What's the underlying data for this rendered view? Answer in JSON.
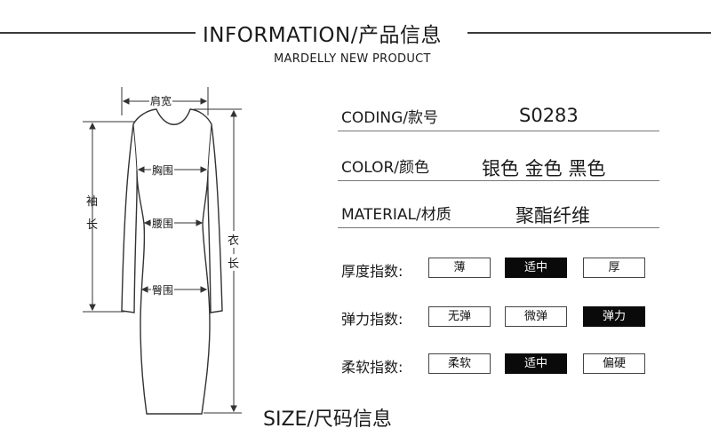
{
  "header": {
    "title": "INFORMATION/产品信息",
    "subtitle": "MARDELLY NEW PRODUCT"
  },
  "specs": [
    {
      "label": "CODING/款号",
      "value": "S0283"
    },
    {
      "label": "COLOR/颜色",
      "value": "银色 金色 黑色"
    },
    {
      "label": "MATERIAL/材质",
      "value": "聚酯纤维"
    }
  ],
  "indices": [
    {
      "label": "厚度指数:",
      "options": [
        "薄",
        "适中",
        "厚"
      ],
      "selected": "适中"
    },
    {
      "label": "弹力指数:",
      "options": [
        "无弹",
        "微弹",
        "弹力"
      ],
      "selected": "弹力"
    },
    {
      "label": "柔软指数:",
      "options": [
        "柔软",
        "适中",
        "偏硬"
      ],
      "selected": "适中"
    }
  ],
  "diagram": {
    "shoulder": "肩宽",
    "chest": "胸围",
    "waist": "腰围",
    "hip": "臀围",
    "sleeve": [
      "袖",
      "长"
    ],
    "length": [
      "衣",
      "长"
    ]
  },
  "footer": {
    "size_title": "SIZE/尺码信息"
  }
}
